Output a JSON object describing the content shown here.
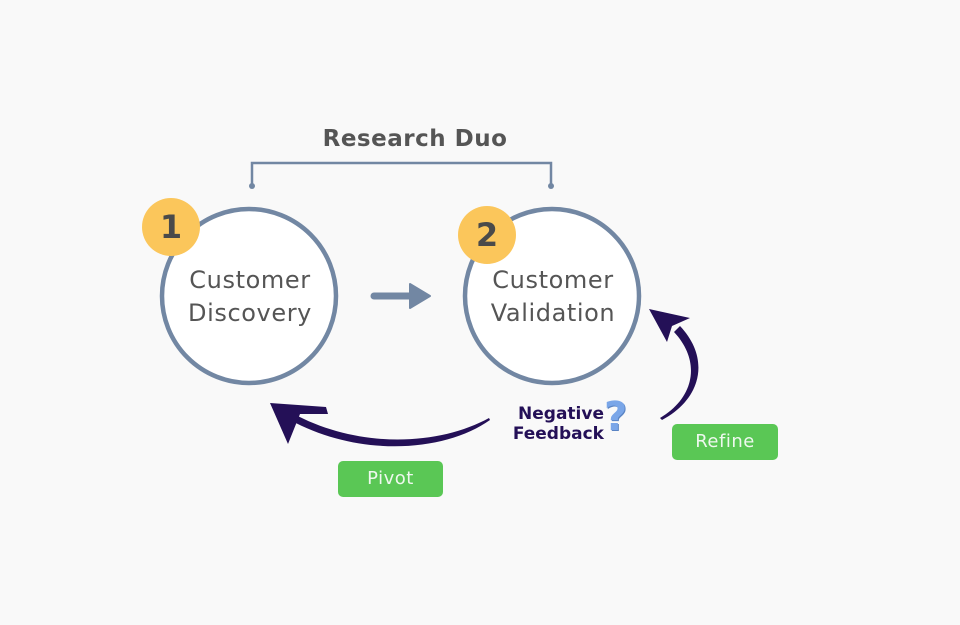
{
  "title": "Research Duo",
  "stages": [
    {
      "number": "1",
      "line1": "Customer",
      "line2": "Discovery"
    },
    {
      "number": "2",
      "line1": "Customer",
      "line2": "Validation"
    }
  ],
  "feedback": {
    "line1": "Negative",
    "line2": "Feedback",
    "icon": "?"
  },
  "tags": {
    "pivot": "Pivot",
    "refine": "Refine"
  },
  "colors": {
    "background": "#f9f9f9",
    "circle_stroke": "#7287a3",
    "badge": "#fbc65b",
    "arrow_dark": "#241057",
    "tag_green": "#5ac755",
    "question_mark": "#7aa6e8"
  }
}
